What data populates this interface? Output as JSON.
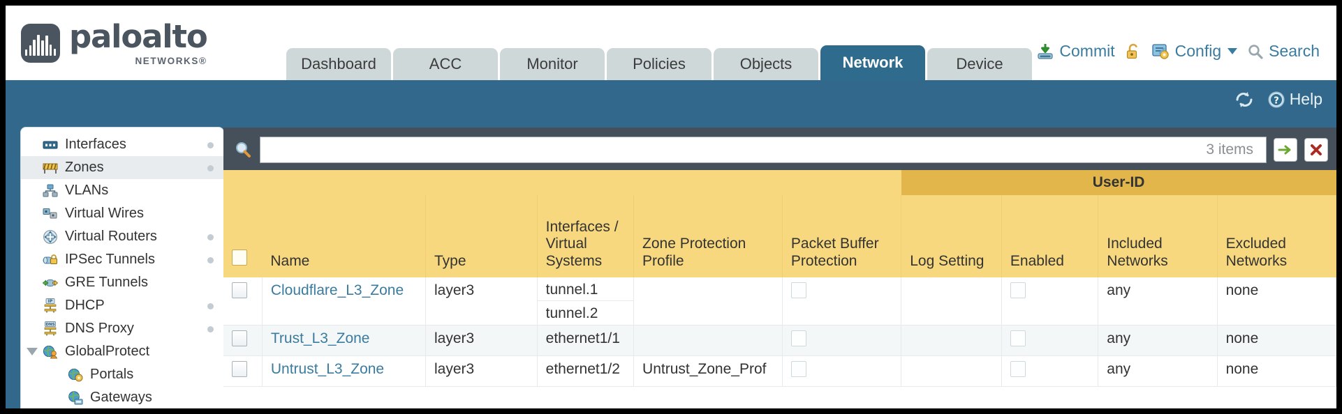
{
  "brand": {
    "name": "paloalto",
    "tagline": "NETWORKS",
    "registered": "®"
  },
  "nav": {
    "tabs": [
      {
        "label": "Dashboard",
        "active": false
      },
      {
        "label": "ACC",
        "active": false
      },
      {
        "label": "Monitor",
        "active": false
      },
      {
        "label": "Policies",
        "active": false
      },
      {
        "label": "Objects",
        "active": false
      },
      {
        "label": "Network",
        "active": true
      },
      {
        "label": "Device",
        "active": false
      }
    ]
  },
  "header_actions": {
    "commit": "Commit",
    "config": "Config",
    "search": "Search",
    "lock_icon": "unlock-icon",
    "commit_icon": "commit-icon",
    "config_icon": "config-icon",
    "search_icon": "search-icon"
  },
  "blueband": {
    "refresh_icon": "refresh-icon",
    "help_label": "Help",
    "help_icon": "help-icon"
  },
  "sidebar": {
    "items": [
      {
        "label": "Interfaces",
        "icon": "interfaces-icon",
        "selected": false,
        "dot": true,
        "indent": false,
        "expander": false
      },
      {
        "label": "Zones",
        "icon": "zones-icon",
        "selected": true,
        "dot": true,
        "indent": false,
        "expander": false
      },
      {
        "label": "VLANs",
        "icon": "vlans-icon",
        "selected": false,
        "dot": false,
        "indent": false,
        "expander": false
      },
      {
        "label": "Virtual Wires",
        "icon": "virtual-wires-icon",
        "selected": false,
        "dot": false,
        "indent": false,
        "expander": false
      },
      {
        "label": "Virtual Routers",
        "icon": "virtual-routers-icon",
        "selected": false,
        "dot": true,
        "indent": false,
        "expander": false
      },
      {
        "label": "IPSec Tunnels",
        "icon": "ipsec-tunnels-icon",
        "selected": false,
        "dot": true,
        "indent": false,
        "expander": false
      },
      {
        "label": "GRE Tunnels",
        "icon": "gre-tunnels-icon",
        "selected": false,
        "dot": false,
        "indent": false,
        "expander": false
      },
      {
        "label": "DHCP",
        "icon": "dhcp-icon",
        "selected": false,
        "dot": true,
        "indent": false,
        "expander": false
      },
      {
        "label": "DNS Proxy",
        "icon": "dns-proxy-icon",
        "selected": false,
        "dot": true,
        "indent": false,
        "expander": false
      },
      {
        "label": "GlobalProtect",
        "icon": "globalprotect-icon",
        "selected": false,
        "dot": false,
        "indent": false,
        "expander": true
      },
      {
        "label": "Portals",
        "icon": "portals-icon",
        "selected": false,
        "dot": false,
        "indent": true,
        "expander": false
      },
      {
        "label": "Gateways",
        "icon": "gateways-icon",
        "selected": false,
        "dot": false,
        "indent": true,
        "expander": false
      }
    ]
  },
  "search": {
    "value": "",
    "placeholder": "",
    "item_count": "3 items",
    "apply_icon": "arrow-right-icon",
    "clear_icon": "close-x-icon",
    "magnifier_icon": "magnifier-icon"
  },
  "table": {
    "group_header": "User-ID",
    "columns": [
      "Name",
      "Type",
      "Interfaces / Virtual Systems",
      "Zone Protection Profile",
      "Packet Buffer Protection",
      "Log Setting",
      "Enabled",
      "Included Networks",
      "Excluded Networks"
    ],
    "rows": [
      {
        "selected": false,
        "name": "Cloudflare_L3_Zone",
        "type": "layer3",
        "interfaces": [
          "tunnel.1",
          "tunnel.2"
        ],
        "zone_protection_profile": "",
        "packet_buffer_protection": false,
        "log_setting": "",
        "userid_enabled": false,
        "included_networks": "any",
        "excluded_networks": "none"
      },
      {
        "selected": false,
        "name": "Trust_L3_Zone",
        "type": "layer3",
        "interfaces": [
          "ethernet1/1"
        ],
        "zone_protection_profile": "",
        "packet_buffer_protection": false,
        "log_setting": "",
        "userid_enabled": false,
        "included_networks": "any",
        "excluded_networks": "none"
      },
      {
        "selected": false,
        "name": "Untrust_L3_Zone",
        "type": "layer3",
        "interfaces": [
          "ethernet1/2"
        ],
        "zone_protection_profile": "Untrust_Zone_Prof",
        "packet_buffer_protection": false,
        "log_setting": "",
        "userid_enabled": false,
        "included_networks": "any",
        "excluded_networks": "none"
      }
    ]
  },
  "colors": {
    "brand_slate": "#4a5560",
    "nav_active": "#2f6b8d",
    "nav_inactive": "#cfd8d8",
    "band_blue": "#31688c",
    "table_header_yellow": "#f7d87e",
    "group_header_gold": "#e2b64a",
    "link_blue": "#3a7ba0",
    "content_dark": "#46505a"
  }
}
